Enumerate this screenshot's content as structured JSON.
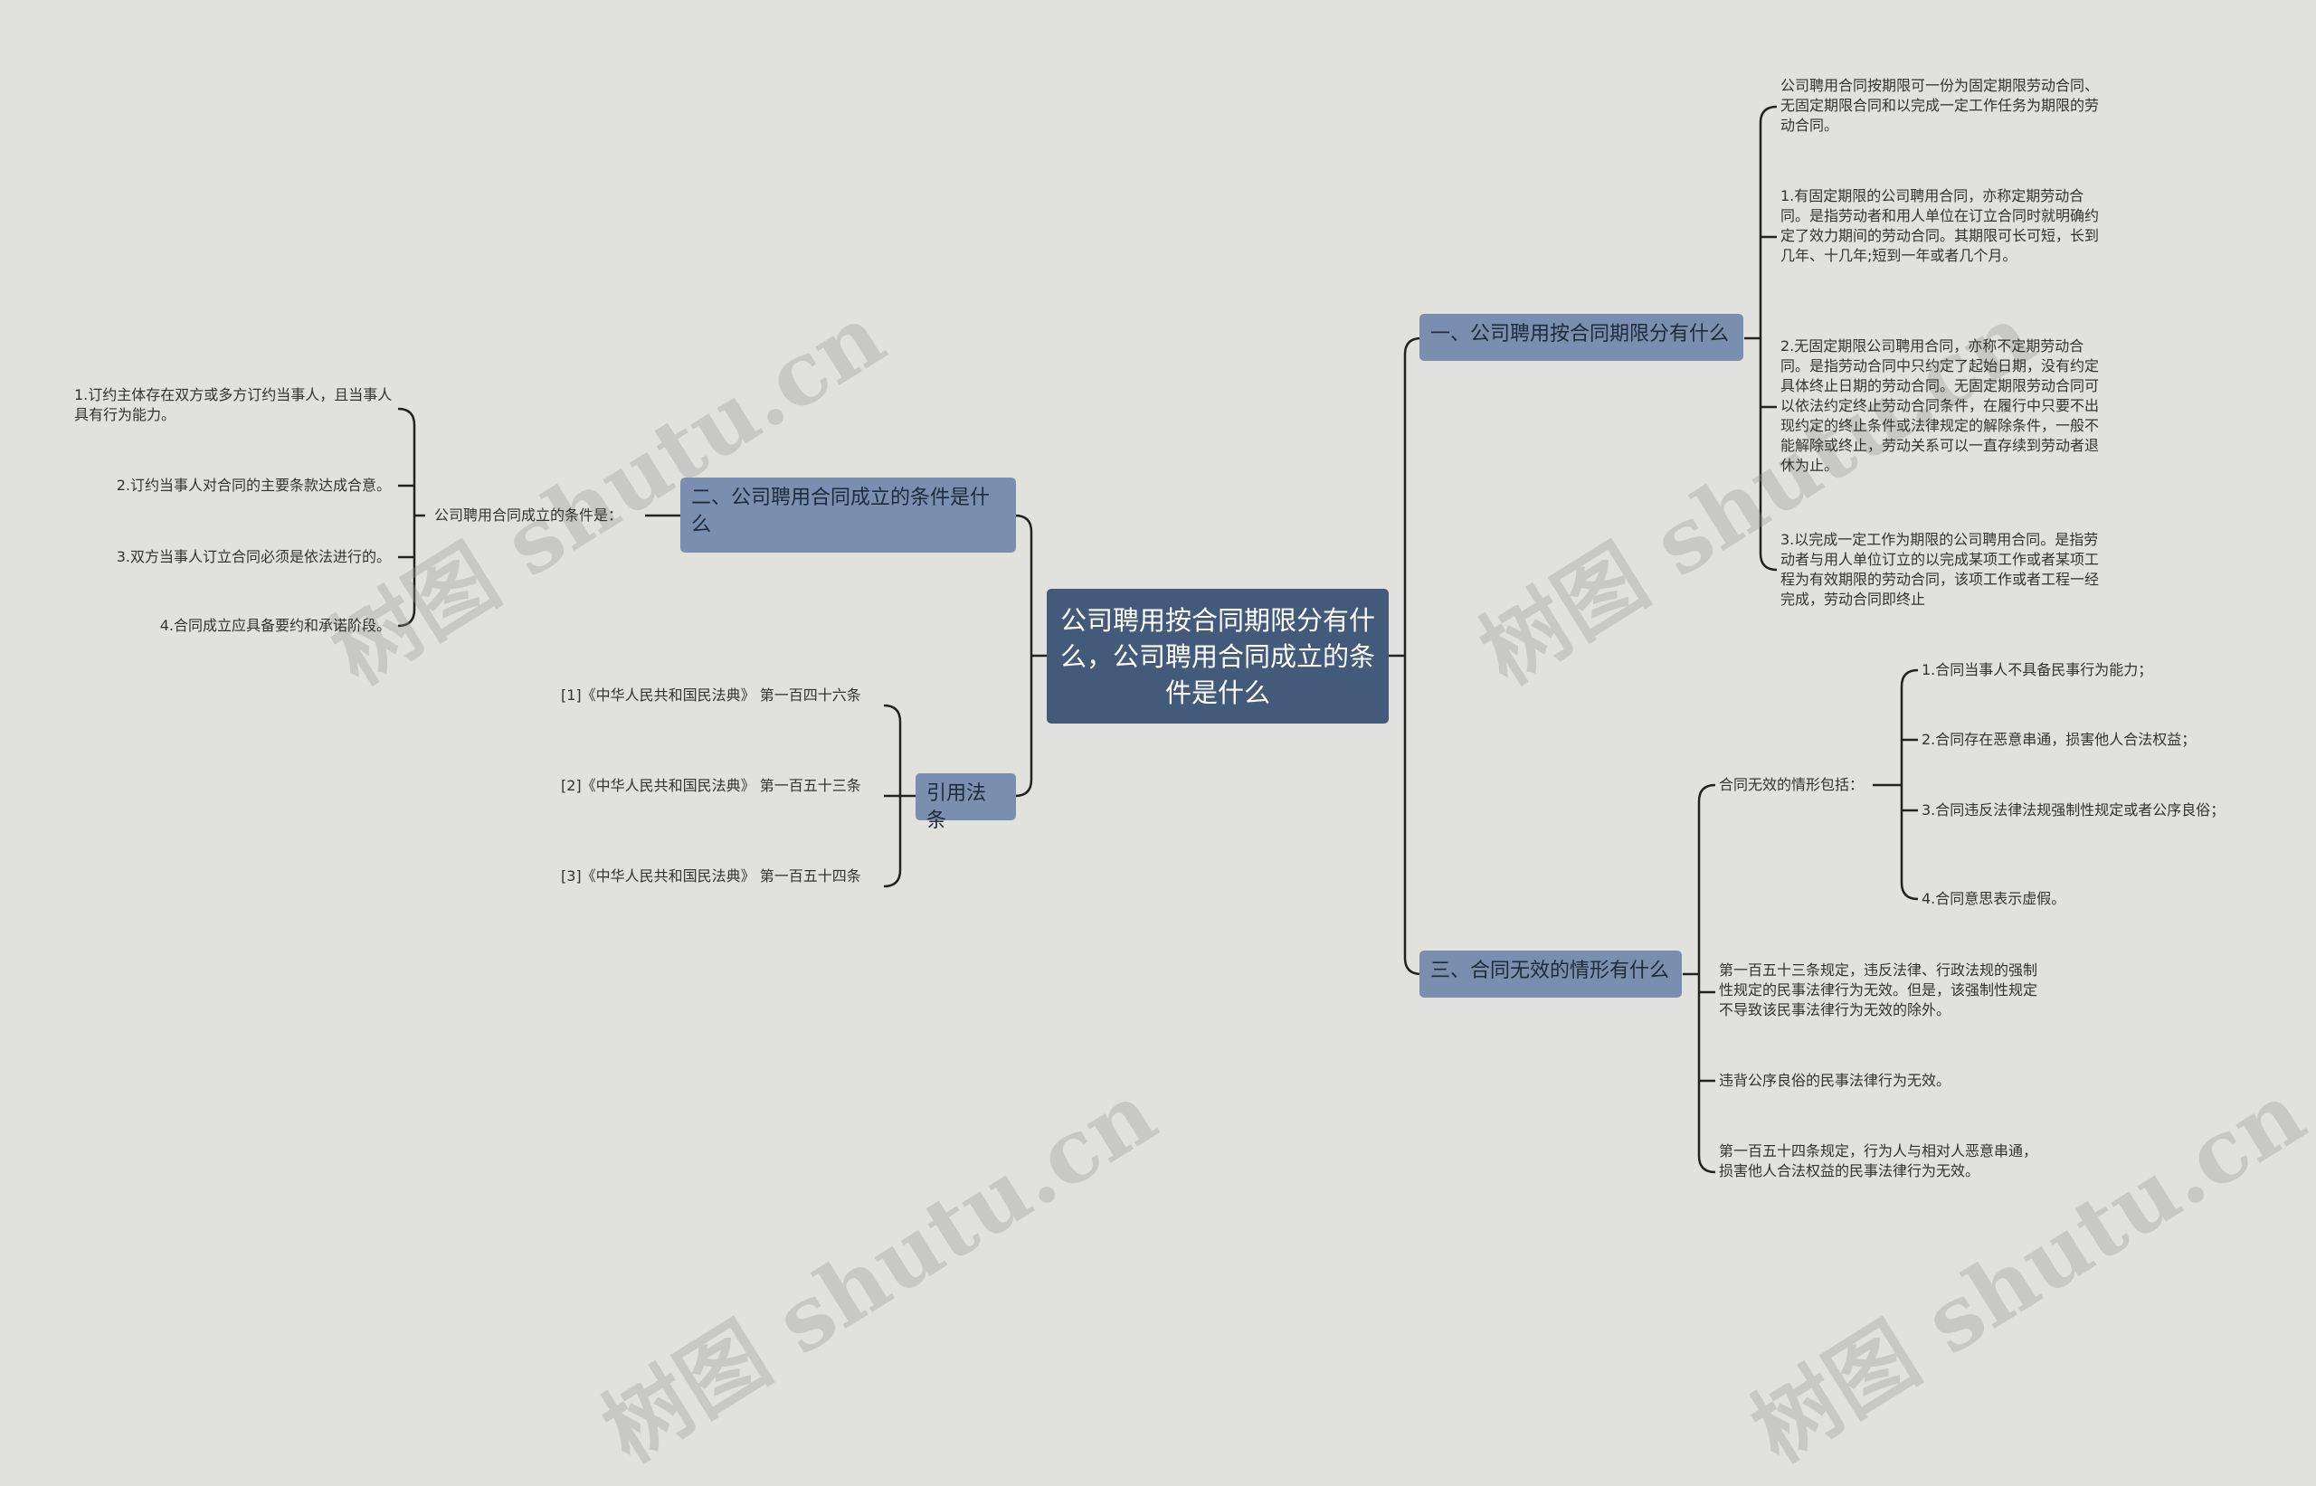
{
  "root": {
    "title": "公司聘用按合同期限分有什么，公司聘用合同成立的条件是什么"
  },
  "branch1": {
    "label": "一、公司聘用按合同期限分有什么",
    "items": [
      "公司聘用合同按期限可一份为固定期限劳动合同、无固定期限合同和以完成一定工作任务为期限的劳动合同。",
      "1.有固定期限的公司聘用合同，亦称定期劳动合同。是指劳动者和用人单位在订立合同时就明确约定了效力期间的劳动合同。其期限可长可短，长到几年、十几年;短到一年或者几个月。",
      "2.无固定期限公司聘用合同，亦称不定期劳动合同。是指劳动合同中只约定了起始日期，没有约定具体终止日期的劳动合同。无固定期限劳动合同可以依法约定终止劳动合同条件，在履行中只要不出现约定的终止条件或法律规定的解除条件，一般不能解除或终止，劳动关系可以一直存续到劳动者退休为止。",
      "3.以完成一定工作为期限的公司聘用合同。是指劳动者与用人单位订立的以完成某项工作或者某项工程为有效期限的劳动合同，该项工作或者工程一经完成，劳动合同即终止"
    ]
  },
  "branch2": {
    "label": "二、公司聘用合同成立的条件是什么",
    "sub_label": "公司聘用合同成立的条件是：",
    "items": [
      "1.订约主体存在双方或多方订约当事人，且当事人具有行为能力。",
      "2.订约当事人对合同的主要条款达成合意。",
      "3.双方当事人订立合同必须是依法进行的。",
      "4.合同成立应具备要约和承诺阶段。"
    ]
  },
  "branch3": {
    "label": "三、合同无效的情形有什么",
    "sub_label": "合同无效的情形包括：",
    "sub_items": [
      "1.合同当事人不具备民事行为能力；",
      "2.合同存在恶意串通，损害他人合法权益；",
      "3.合同违反法律法规强制性规定或者公序良俗；",
      "4.合同意思表示虚假。"
    ],
    "items": [
      "第一百五十三条规定，违反法律、行政法规的强制性规定的民事法律行为无效。但是，该强制性规定不导致该民事法律行为无效的除外。",
      "违背公序良俗的民事法律行为无效。",
      "第一百五十四条规定，行为人与相对人恶意串通，损害他人合法权益的民事法律行为无效。"
    ]
  },
  "branch4": {
    "label": "引用法条",
    "items": [
      "[1]《中华人民共和国民法典》 第一百四十六条",
      "[2]《中华人民共和国民法典》 第一百五十三条",
      "[3]《中华人民共和国民法典》 第一百五十四条"
    ]
  },
  "watermark": "树图 shutu.cn",
  "colors": {
    "background": "#e1e1dd",
    "root": "#445a7a",
    "branch": "#7a8faf",
    "line": "#222222"
  }
}
